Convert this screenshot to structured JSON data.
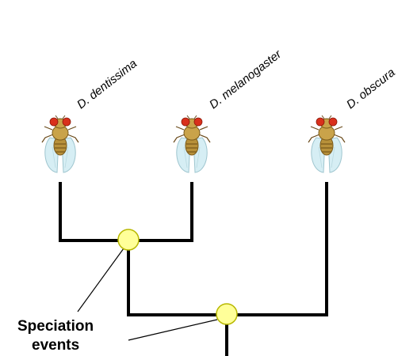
{
  "diagram": {
    "taxa": [
      {
        "label": "D. dentissima",
        "icon": "fruit-fly-icon"
      },
      {
        "label": "D. melanogaster",
        "icon": "fruit-fly-icon"
      },
      {
        "label": "D. obscura",
        "icon": "fruit-fly-icon"
      }
    ],
    "callout": {
      "line1": "Speciation",
      "line2": "events"
    },
    "colors": {
      "branch": "#000000",
      "node_fill": "#ffff99",
      "node_stroke": "#b8b800",
      "fly_body": "#c9a34a",
      "fly_eye": "#d9301c",
      "fly_wing": "#d6eef4"
    }
  }
}
